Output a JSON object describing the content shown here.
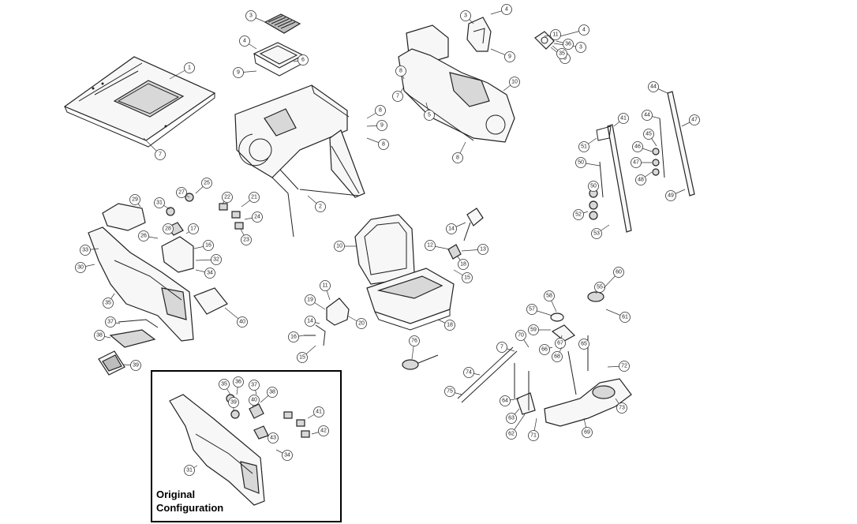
{
  "inset": {
    "title_line1": "Original",
    "title_line2": "Configuration"
  },
  "callouts": [
    {
      "id": "c-hood",
      "label": "1"
    },
    {
      "id": "c-hood2",
      "label": "7"
    },
    {
      "id": "c-grille",
      "label": "3"
    },
    {
      "id": "c-g4",
      "label": "4"
    },
    {
      "id": "c-g9",
      "label": "9"
    },
    {
      "id": "c-g6",
      "label": "6"
    },
    {
      "id": "c-gA",
      "label": "8"
    },
    {
      "id": "c-gB",
      "label": "9"
    },
    {
      "id": "c-gC",
      "label": "8"
    },
    {
      "id": "c-panel",
      "label": "2"
    },
    {
      "id": "c-cab1",
      "label": "3"
    },
    {
      "id": "c-cab2",
      "label": "4"
    },
    {
      "id": "c-cab3",
      "label": "5"
    },
    {
      "id": "c-cab4",
      "label": "7"
    },
    {
      "id": "c-cab5",
      "label": "8"
    },
    {
      "id": "c-cab6",
      "label": "9"
    },
    {
      "id": "c-cab7",
      "label": "10"
    },
    {
      "id": "c-cab8",
      "label": "8"
    },
    {
      "id": "c-tr1",
      "label": "4"
    },
    {
      "id": "c-tr2",
      "label": "3"
    },
    {
      "id": "c-tr3",
      "label": "5"
    },
    {
      "id": "c-tr4",
      "label": "11"
    },
    {
      "id": "c-tr5",
      "label": "36"
    },
    {
      "id": "c-tr6",
      "label": "35"
    },
    {
      "id": "c-rod1",
      "label": "44"
    },
    {
      "id": "c-rod2",
      "label": "41"
    },
    {
      "id": "c-rod3",
      "label": "44"
    },
    {
      "id": "c-rod4",
      "label": "47"
    },
    {
      "id": "c-rod5",
      "label": "45"
    },
    {
      "id": "c-rod6",
      "label": "46"
    },
    {
      "id": "c-rod7",
      "label": "47"
    },
    {
      "id": "c-rod8",
      "label": "48"
    },
    {
      "id": "c-rod9",
      "label": "49"
    },
    {
      "id": "c-rod10",
      "label": "51"
    },
    {
      "id": "c-rod11",
      "label": "50"
    },
    {
      "id": "c-rod12",
      "label": "50"
    },
    {
      "id": "c-rod13",
      "label": "52"
    },
    {
      "id": "c-rod14",
      "label": "53"
    },
    {
      "id": "c-cons1",
      "label": "29"
    },
    {
      "id": "c-cons2",
      "label": "31"
    },
    {
      "id": "c-cons3",
      "label": "27"
    },
    {
      "id": "c-cons4",
      "label": "25"
    },
    {
      "id": "c-cons5",
      "label": "22"
    },
    {
      "id": "c-cons6",
      "label": "21"
    },
    {
      "id": "c-cons7",
      "label": "24"
    },
    {
      "id": "c-cons8",
      "label": "23"
    },
    {
      "id": "c-cons9",
      "label": "33"
    },
    {
      "id": "c-cons10",
      "label": "30"
    },
    {
      "id": "c-cons11",
      "label": "26"
    },
    {
      "id": "c-cons12",
      "label": "28"
    },
    {
      "id": "c-cons13",
      "label": "17"
    },
    {
      "id": "c-cons14",
      "label": "16"
    },
    {
      "id": "c-cons15",
      "label": "32"
    },
    {
      "id": "c-cons16",
      "label": "34"
    },
    {
      "id": "c-cons17",
      "label": "35"
    },
    {
      "id": "c-cons18",
      "label": "37"
    },
    {
      "id": "c-cons19",
      "label": "38"
    },
    {
      "id": "c-cons20",
      "label": "39"
    },
    {
      "id": "c-cons21",
      "label": "40"
    },
    {
      "id": "c-seat1",
      "label": "10"
    },
    {
      "id": "c-seat2",
      "label": "14"
    },
    {
      "id": "c-seat3",
      "label": "12"
    },
    {
      "id": "c-seat4",
      "label": "13"
    },
    {
      "id": "c-seat5",
      "label": "15"
    },
    {
      "id": "c-seat6",
      "label": "18"
    },
    {
      "id": "c-seat7",
      "label": "11"
    },
    {
      "id": "c-seat8",
      "label": "19"
    },
    {
      "id": "c-seat9",
      "label": "20"
    },
    {
      "id": "c-seat10",
      "label": "14"
    },
    {
      "id": "c-seat11",
      "label": "16"
    },
    {
      "id": "c-seat12",
      "label": "15"
    },
    {
      "id": "c-seat13",
      "label": "18"
    },
    {
      "id": "c-seat14",
      "label": "76"
    },
    {
      "id": "c-ped1",
      "label": "55"
    },
    {
      "id": "c-ped2",
      "label": "60"
    },
    {
      "id": "c-ped3",
      "label": "61"
    },
    {
      "id": "c-ped4",
      "label": "57"
    },
    {
      "id": "c-ped5",
      "label": "58"
    },
    {
      "id": "c-ped6",
      "label": "59"
    },
    {
      "id": "c-ped7",
      "label": "67"
    },
    {
      "id": "c-ped8",
      "label": "68"
    },
    {
      "id": "c-ped9",
      "label": "7"
    },
    {
      "id": "c-ped10",
      "label": "66"
    },
    {
      "id": "c-ped11",
      "label": "70"
    },
    {
      "id": "c-ped12",
      "label": "65"
    },
    {
      "id": "c-ped13",
      "label": "72"
    },
    {
      "id": "c-ped14",
      "label": "64"
    },
    {
      "id": "c-ped15",
      "label": "63"
    },
    {
      "id": "c-ped16",
      "label": "62"
    },
    {
      "id": "c-ped17",
      "label": "71"
    },
    {
      "id": "c-ped18",
      "label": "69"
    },
    {
      "id": "c-ped19",
      "label": "73"
    },
    {
      "id": "c-ped20",
      "label": "74"
    },
    {
      "id": "c-ped21",
      "label": "75"
    },
    {
      "id": "c-ins1",
      "label": "35"
    },
    {
      "id": "c-ins2",
      "label": "36"
    },
    {
      "id": "c-ins3",
      "label": "37"
    },
    {
      "id": "c-ins4",
      "label": "38"
    },
    {
      "id": "c-ins5",
      "label": "39"
    },
    {
      "id": "c-ins6",
      "label": "40"
    },
    {
      "id": "c-ins7",
      "label": "41"
    },
    {
      "id": "c-ins8",
      "label": "42"
    },
    {
      "id": "c-ins9",
      "label": "43"
    },
    {
      "id": "c-ins10",
      "label": "34"
    },
    {
      "id": "c-ins11",
      "label": "31"
    }
  ]
}
